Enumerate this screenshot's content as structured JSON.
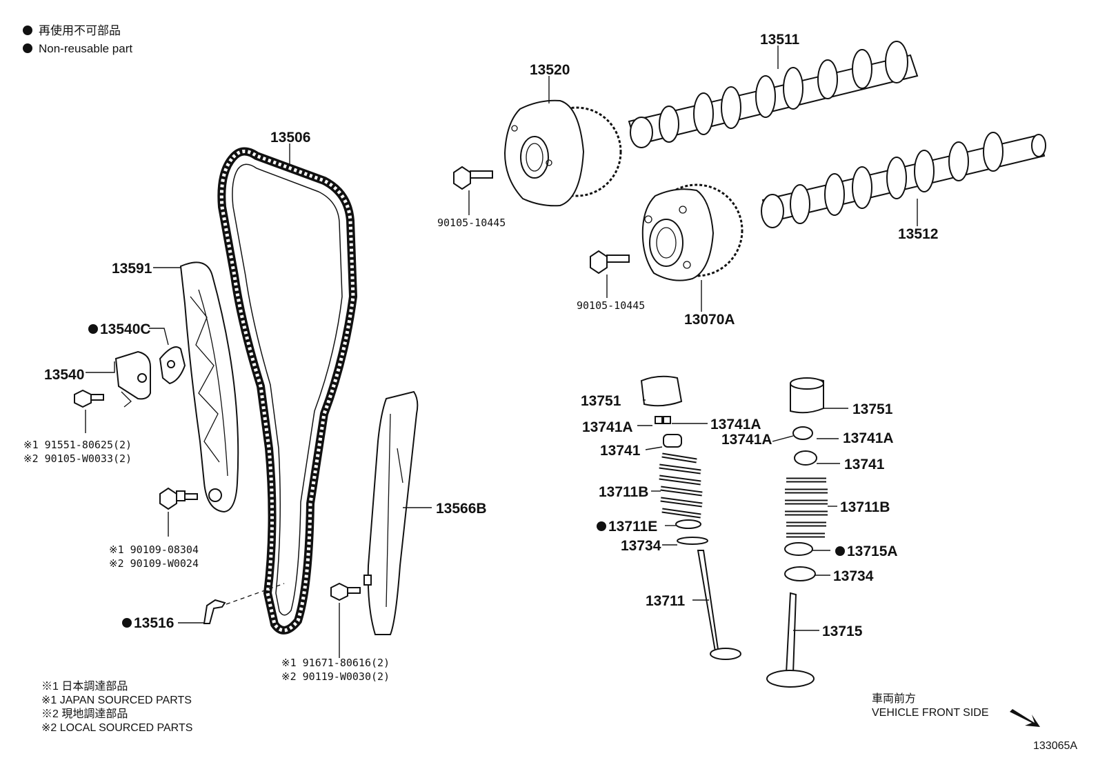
{
  "legend": {
    "line1": "再使用不可部品",
    "line2": "Non-reusable part"
  },
  "parts": {
    "p13511": "13511",
    "p13520": "13520",
    "p13506": "13506",
    "p13512": "13512",
    "bolt_cam1": "90105-10445",
    "bolt_cam2": "90105-10445",
    "p13070A": "13070A",
    "p13591": "13591",
    "p13540C": "13540C",
    "p13540": "13540",
    "bolt_tensioner_1": "※1 91551-80625(2)",
    "bolt_tensioner_2": "※2 90105-W0033(2)",
    "bolt_guide_1": "※1 90109-08304",
    "bolt_guide_2": "※2 90109-W0024",
    "p13566B": "13566B",
    "p13516": "13516",
    "bolt_slipper_1": "※1 91671-80616(2)",
    "bolt_slipper_2": "※2 90119-W0030(2)",
    "p13751_l": "13751",
    "p13741A_l1": "13741A",
    "p13741A_l2": "13741A",
    "p13741_l": "13741",
    "p13711B_l": "13711B",
    "p13711E": "13711E",
    "p13734_l": "13734",
    "p13711": "13711",
    "p13751_r": "13751",
    "p13741A_r1": "13741A",
    "p13741A_r2": "13741A",
    "p13741_r": "13741",
    "p13711B_r": "13711B",
    "p13715A": "13715A",
    "p13734_r": "13734",
    "p13715": "13715"
  },
  "footnotes": {
    "n1": "※1  日本調達部品",
    "n2": "※1  JAPAN SOURCED PARTS",
    "n3": "※2  現地調達部品",
    "n4": "※2  LOCAL SOURCED PARTS"
  },
  "vehicle_front": {
    "jp": "車両前方",
    "en": "VEHICLE FRONT SIDE"
  },
  "diagram_id": "133065A"
}
